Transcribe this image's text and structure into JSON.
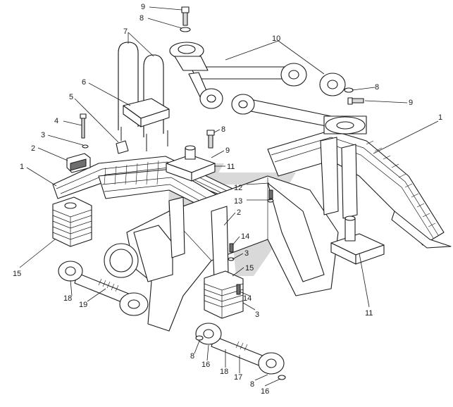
{
  "diagram": {
    "callouts": [
      {
        "id": "c9-top",
        "text": "9"
      },
      {
        "id": "c8-top",
        "text": "8"
      },
      {
        "id": "c7",
        "text": "7"
      },
      {
        "id": "c10",
        "text": "10"
      },
      {
        "id": "c6",
        "text": "6"
      },
      {
        "id": "c5",
        "text": "5"
      },
      {
        "id": "c8-right-top",
        "text": "8"
      },
      {
        "id": "c9-right",
        "text": "9"
      },
      {
        "id": "c4",
        "text": "4"
      },
      {
        "id": "c3-left",
        "text": "3"
      },
      {
        "id": "c8-mid",
        "text": "8"
      },
      {
        "id": "c2-left",
        "text": "2"
      },
      {
        "id": "c9-mid",
        "text": "9"
      },
      {
        "id": "c1-right",
        "text": "1"
      },
      {
        "id": "c11-mid",
        "text": "11"
      },
      {
        "id": "c1-left",
        "text": "1"
      },
      {
        "id": "c12",
        "text": "12"
      },
      {
        "id": "c13",
        "text": "13"
      },
      {
        "id": "c2-mid",
        "text": "2"
      },
      {
        "id": "c14-mid",
        "text": "14"
      },
      {
        "id": "c3-mid",
        "text": "3"
      },
      {
        "id": "c15-mid",
        "text": "15"
      },
      {
        "id": "c15-left",
        "text": "15"
      },
      {
        "id": "c18-left",
        "text": "18"
      },
      {
        "id": "c19",
        "text": "19"
      },
      {
        "id": "c14-low",
        "text": "14"
      },
      {
        "id": "c3-low",
        "text": "3"
      },
      {
        "id": "c11-right",
        "text": "11"
      },
      {
        "id": "c8-bottom",
        "text": "8"
      },
      {
        "id": "c16-bottom",
        "text": "16"
      },
      {
        "id": "c18-bottom",
        "text": "18"
      },
      {
        "id": "c17",
        "text": "17"
      },
      {
        "id": "c8-bottom-right",
        "text": "8"
      },
      {
        "id": "c16-bottom-right",
        "text": "16"
      }
    ]
  }
}
